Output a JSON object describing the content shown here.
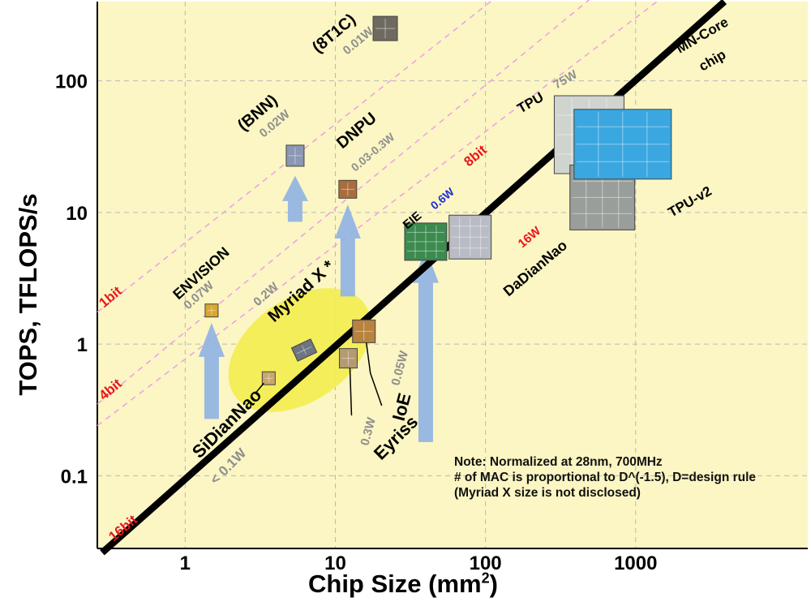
{
  "colors": {
    "plot_bg": "#fbf6c3",
    "grid": "#b9b9b9",
    "trend_line": "#000000",
    "diagonal": "#f0a2e8",
    "bit_label": "#e8161c",
    "power_label": "#8f8f8f",
    "arrow": "#8fb2e4",
    "ellipse": "#f3ed52",
    "eie_power": "#1d2fd6",
    "dadiannao_power": "#e8161c"
  },
  "chart_data": {
    "type": "scatter",
    "xlabel": "Chip Size (mm",
    "xlabel_sup": "2",
    "xlabel_close": ")",
    "ylabel": "TOPS, TFLOPS/s",
    "x_scale": "log",
    "y_scale": "log",
    "x_ticks": [
      {
        "value": 1,
        "label": "1"
      },
      {
        "value": 10,
        "label": "10"
      },
      {
        "value": 100,
        "label": "100"
      },
      {
        "value": 1000,
        "label": "1000"
      }
    ],
    "y_ticks": [
      {
        "value": 0.1,
        "label": "0.1"
      },
      {
        "value": 1,
        "label": "1"
      },
      {
        "value": 10,
        "label": "10"
      },
      {
        "value": 100,
        "label": "100"
      }
    ],
    "xlim": [
      0.26,
      14000
    ],
    "ylim": [
      0.028,
      400
    ],
    "grid": true,
    "trend_line": {
      "label": "16bit",
      "points": [
        [
          0.28,
          0.026
        ],
        [
          3900,
          400
        ]
      ]
    },
    "bit_lines": [
      {
        "label": "8bit",
        "points": [
          [
            0.26,
            0.35
          ],
          [
            7000,
            5000
          ]
        ]
      },
      {
        "label": "4bit",
        "points": [
          [
            0.26,
            0.24
          ],
          [
            4000,
            1000
          ]
        ]
      },
      {
        "label": "1bit",
        "points": [
          [
            0.26,
            1.75
          ],
          [
            900,
            2700
          ]
        ]
      }
    ],
    "chips": [
      {
        "name": "SiDianNao",
        "power": "< 0.1W",
        "x": 3.6,
        "y": 0.55
      },
      {
        "name": "ENVISION",
        "power": "0.07W",
        "x": 1.5,
        "y": 1.8
      },
      {
        "name": "Myriad X *",
        "power": "0.2W",
        "x": 6.2,
        "y": 0.9
      },
      {
        "name": "IoE",
        "power": "0.05W",
        "x": 15.5,
        "y": 1.25
      },
      {
        "name": "Eyriss",
        "power": "0.3W",
        "x": 12.2,
        "y": 0.78
      },
      {
        "name": "(BNN)",
        "power": "0.02W",
        "x": 5.4,
        "y": 27
      },
      {
        "name": "DNPU",
        "power": "0.03-0.3W",
        "x": 12.1,
        "y": 15
      },
      {
        "name": "(8T1C)",
        "power": "0.01W",
        "x": 21.5,
        "y": 250
      },
      {
        "name": "EIE",
        "power": "0.6W",
        "x": 40,
        "y": 6
      },
      {
        "name": "DaDianNao",
        "power": "16W",
        "x": 79,
        "y": 6.5
      },
      {
        "name": "TPU",
        "power": "75W",
        "x": 490,
        "y": 39
      },
      {
        "name": "TPU-v2",
        "power": "",
        "x": 600,
        "y": 13
      },
      {
        "name": "MN-Core chip",
        "power": "",
        "x": 820,
        "y": 33
      }
    ],
    "improvement_arrows": [
      {
        "x": 1.5,
        "from": 0.27,
        "to": 1.45
      },
      {
        "x": 5.4,
        "from": 8.5,
        "to": 19
      },
      {
        "x": 12.1,
        "from": 2.3,
        "to": 11.5
      },
      {
        "x": 40,
        "from": 0.18,
        "to": 5.3
      }
    ],
    "highlight_region": {
      "center": [
        5.8,
        0.9
      ],
      "label": ""
    }
  },
  "note": {
    "line1": "Note: Normalized at 28nm, 700MHz",
    "line2": "# of MAC is proportional to D^(-1.5), D=design rule",
    "line3": "(Myriad X size is not disclosed)"
  }
}
